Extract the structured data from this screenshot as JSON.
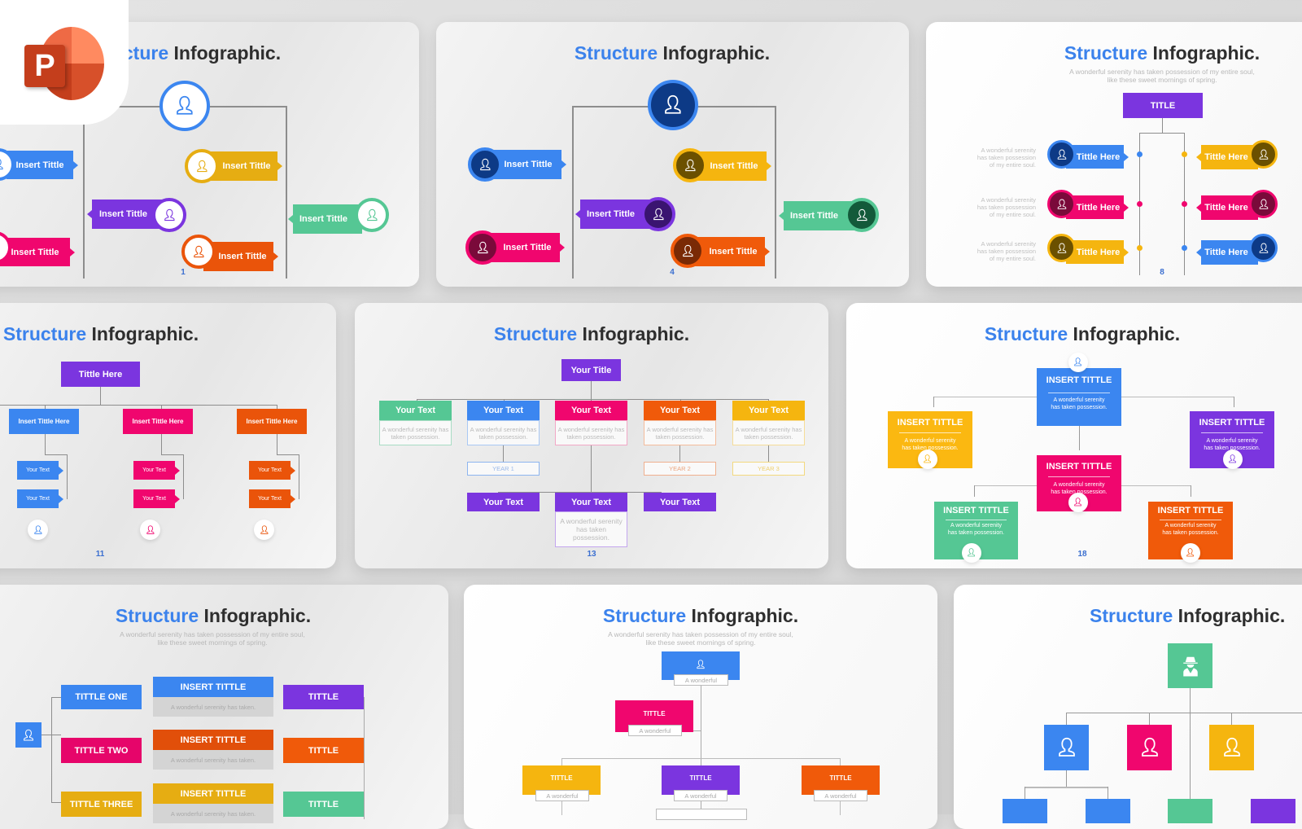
{
  "app": {
    "logo_letter": "P",
    "logo_name": "PowerPoint"
  },
  "colors": {
    "blue": "#3b86f0",
    "yellow": "#f5b50f",
    "purple": "#7b35df",
    "green": "#55c794",
    "pink": "#f0066e",
    "orange": "#f05a0a",
    "navy": "#0d3a86",
    "title_accent": "#3b82ec"
  },
  "title": {
    "accent": "Structure",
    "rest": "Infographic."
  },
  "subtitle": "A wonderful serenity has taken possession of my entire soul, like these sweet mornings of spring.",
  "slides": [
    {
      "page": "1",
      "items": [
        "Insert Tittle",
        "Insert Tittle",
        "Insert Tittle",
        "Insert Tittle",
        "Insert Tittle",
        "Insert Tittle"
      ]
    },
    {
      "page": "4",
      "items": [
        "Insert Tittle",
        "Insert Tittle",
        "Insert Tittle",
        "Insert Tittle",
        "Insert Tittle",
        "Insert Tittle"
      ]
    },
    {
      "page": "8",
      "top": "TITLE",
      "items": [
        "Tittle Here",
        "Tittle Here",
        "Tittle Here",
        "Tittle Here",
        "Tittle Here",
        "Tittle Here"
      ],
      "desc": "A wonderful serenity has taken possession of my entire soul."
    },
    {
      "page": "11",
      "top": "Tittle Here",
      "branches": [
        "Insert Tittle Here",
        "Insert Tittle Here",
        "Insert Tittle Here"
      ],
      "sub": "Your Text"
    },
    {
      "page": "13",
      "top": "Your Title",
      "item": "Your Text",
      "desc": "A wonderful serenity has taken possession.",
      "years": [
        "YEAR 1",
        "YEAR 2",
        "YEAR 3"
      ]
    },
    {
      "page": "18",
      "item": "INSERT TITTLE",
      "desc": "A wonderful serenity has taken possession."
    },
    {
      "left": [
        "TITTLE ONE",
        "TITTLE TWO",
        "TITTLE THREE"
      ],
      "mid": "INSERT TITTLE",
      "mid_desc": "A wonderful serenity has taken.",
      "right": "TITTLE"
    },
    {
      "box": "TITTLE",
      "label": "A wonderful"
    },
    {}
  ]
}
